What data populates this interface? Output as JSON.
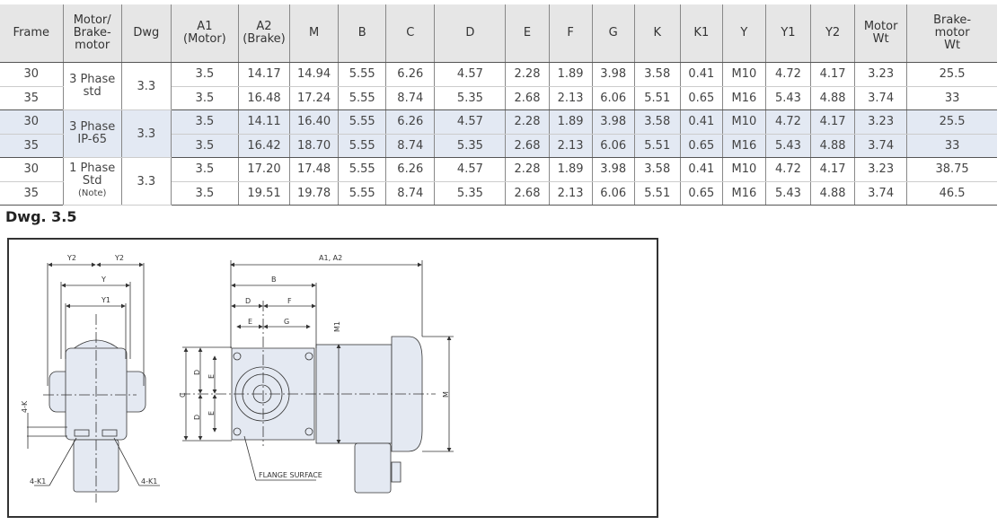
{
  "table": {
    "headers": [
      "Frame",
      "Motor/\nBrake-\nmotor",
      "Dwg",
      "A1\n(Motor)",
      "A2\n(Brake)",
      "M",
      "B",
      "C",
      "D",
      "E",
      "F",
      "G",
      "K",
      "K1",
      "Y",
      "Y1",
      "Y2",
      "Motor\nWt",
      "Brake-\nmotor\nWt"
    ],
    "groups": [
      {
        "type": "3 Phase",
        "sub": "std",
        "note": "",
        "dwg": "3.3",
        "shaded": false,
        "rows": [
          [
            "30",
            "3.5",
            "14.17",
            "14.94",
            "5.55",
            "6.26",
            "4.57",
            "2.28",
            "1.89",
            "3.98",
            "3.58",
            "0.41",
            "M10",
            "4.72",
            "4.17",
            "3.23",
            "25.5"
          ],
          [
            "35",
            "3.5",
            "16.48",
            "17.24",
            "5.55",
            "8.74",
            "5.35",
            "2.68",
            "2.13",
            "6.06",
            "5.51",
            "0.65",
            "M16",
            "5.43",
            "4.88",
            "3.74",
            "33"
          ]
        ]
      },
      {
        "type": "3 Phase",
        "sub": "IP-65",
        "note": "",
        "dwg": "3.3",
        "shaded": true,
        "rows": [
          [
            "30",
            "3.5",
            "14.11",
            "16.40",
            "5.55",
            "6.26",
            "4.57",
            "2.28",
            "1.89",
            "3.98",
            "3.58",
            "0.41",
            "M10",
            "4.72",
            "4.17",
            "3.23",
            "25.5"
          ],
          [
            "35",
            "3.5",
            "16.42",
            "18.70",
            "5.55",
            "8.74",
            "5.35",
            "2.68",
            "2.13",
            "6.06",
            "5.51",
            "0.65",
            "M16",
            "5.43",
            "4.88",
            "3.74",
            "33"
          ]
        ]
      },
      {
        "type": "1 Phase",
        "sub": "Std",
        "note": "(Note)",
        "dwg": "3.3",
        "shaded": false,
        "rows": [
          [
            "30",
            "3.5",
            "17.20",
            "17.48",
            "5.55",
            "6.26",
            "4.57",
            "2.28",
            "1.89",
            "3.98",
            "3.58",
            "0.41",
            "M10",
            "4.72",
            "4.17",
            "3.23",
            "38.75"
          ],
          [
            "35",
            "3.5",
            "19.51",
            "19.78",
            "5.55",
            "8.74",
            "5.35",
            "2.68",
            "2.13",
            "6.06",
            "5.51",
            "0.65",
            "M16",
            "5.43",
            "4.88",
            "3.74",
            "46.5"
          ]
        ]
      }
    ]
  },
  "drawing": {
    "title": "Dwg. 3.5",
    "labels": {
      "y2a": "Y2",
      "y2b": "Y2",
      "y": "Y",
      "y1": "Y1",
      "k": "4-K",
      "k1a": "4-K1",
      "k1b": "4-K1",
      "a": "A1, A2",
      "b": "B",
      "d": "D",
      "f": "F",
      "e": "E",
      "g": "G",
      "m1": "M1",
      "m": "M",
      "c": "C",
      "d2": "D",
      "d3": "D",
      "e2": "E",
      "e3": "E",
      "flange": "FLANGE SURFACE"
    }
  },
  "colors": {
    "header": "#e6e6e6",
    "shaded": "#e3e9f3",
    "part": "#e4e9f2"
  }
}
